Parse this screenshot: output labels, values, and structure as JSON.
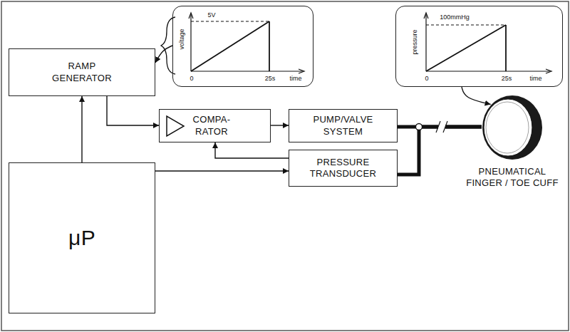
{
  "diagram": {
    "nodes": [
      {
        "text": [
          "5V",
          "voltage",
          "0",
          "25s",
          "time"
        ]
      },
      {
        "text": [
          "100mmHg",
          "pressure",
          "0",
          "25s",
          "time"
        ]
      },
      {
        "text": [
          "RAMP GENERATOR"
        ]
      },
      {
        "text": [
          "COMPA- RATOR"
        ]
      },
      {
        "text": [
          "PUMP/VALVE SYSTEM"
        ]
      },
      {
        "text": [
          "PRESSURE TRANSDUCER"
        ]
      },
      {
        "text": [
          "μP"
        ]
      },
      {
        "text": [
          "PNEUMATICAL FINGER / TOE CUFF"
        ]
      }
    ],
    "edges": [
      {
        "from": 0,
        "to": 2,
        "arrow": "to"
      },
      {
        "from": 1,
        "to": 7,
        "arrow": "to"
      },
      {
        "from": 6,
        "to": 2,
        "arrow": "to"
      },
      {
        "from": 2,
        "to": 3,
        "arrow": "to"
      },
      {
        "from": 3,
        "to": 4,
        "arrow": "to"
      },
      {
        "from": 5,
        "to": 3,
        "arrow": "to"
      },
      {
        "from": 6,
        "to": 5,
        "arrow": "to"
      },
      {
        "from": 4,
        "to": 7,
        "arrow": "none"
      },
      {
        "from": 5,
        "to": 7,
        "arrow": "none"
      }
    ]
  }
}
